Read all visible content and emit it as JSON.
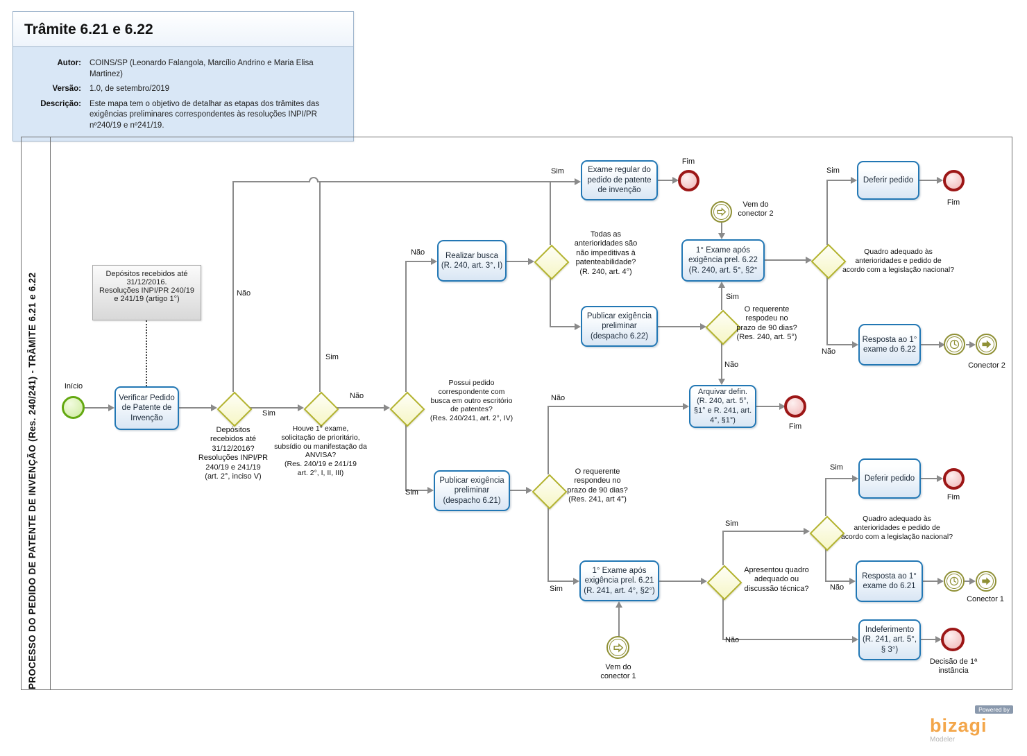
{
  "header": {
    "title": "Trâmite 6.21 e 6.22",
    "autor_label": "Autor:",
    "autor_value": "COINS/SP (Leonardo Falangola, Marcílio Andrino e Maria Elisa Martinez)",
    "versao_label": "Versão:",
    "versao_value": "1.0, de setembro/2019",
    "descricao_label": "Descrição:",
    "descricao_value": "Este mapa tem o objetivo de detalhar as etapas dos trâmites das exigências preliminares correspondentes às resoluções INPI/PR nº240/19 e nº241/19."
  },
  "pool_label": "PROCESSO DO PEDIDO DE PATENTE DE INVENÇÃO (Res. 240/241) - TRÂMITE 6.21 e 6.22",
  "annotation_text": "Depósitos recebidos até\n31/12/2016.\nResoluções INPI/PR 240/19\ne 241/19 (artigo 1°)",
  "yesno": {
    "sim": "Sim",
    "nao": "Não"
  },
  "events": {
    "inicio": "Início",
    "fim": "Fim",
    "vem_conector_2": "Vem do\nconector 2",
    "vem_conector_1": "Vem do\nconector 1",
    "conector_2": "Conector 2",
    "conector_1": "Conector 1",
    "decisao": "Decisão de 1ª\ninstância"
  },
  "tasks": {
    "verificar": "Verificar Pedido\nde Patente de\nInvenção",
    "realizar_busca": "Realizar busca\n(R. 240, art. 3°, I)",
    "exame_regular": "Exame regular do\npedido de patente\nde invenção",
    "publicar_622": "Publicar exigência\npreliminar\n(despacho 6.22)",
    "publicar_621": "Publicar exigência\npreliminar\n(despacho 6.21)",
    "exame_622": "1° Exame após\nexigência prel. 6.22\n(R. 240, art. 5°, §2°",
    "arquivar": "Arquivar defin.\n(R. 240, art. 5°,\n§1° e R. 241, art.\n4°, §1°)",
    "deferir_top": "Deferir pedido",
    "resposta_622": "Resposta ao 1°\nexame do 6.22",
    "exame_621": "1° Exame após\nexigência prel. 6.21\n(R. 241, art. 4°, §2°)",
    "deferir_bottom": "Deferir pedido",
    "resposta_621": "Resposta ao 1°\nexame do 6.21",
    "indeferimento": "Indeferimento\n(R. 241, art. 5°,\n§ 3°)"
  },
  "gateways": {
    "g1": "Depósitos\nrecebidos até\n31/12/2016?\nResoluções INPI/PR\n240/19 e 241/19\n(art. 2°, inciso V)",
    "g2": "Houve 1° exame,\nsolicitação de prioritário,\nsubsídio ou manifestação da\nANVISA?\n(Res. 240/19 e 241/19\nart. 2°, I, II, III)",
    "g3": "Possui pedido\ncorrespondente com\nbusca em outro escritório\nde patentes?\n(Res. 240/241, art. 2°, IV)",
    "g4": "Todas as\nanterioridades são\nnão impeditivas à\npatenteabilidade?\n(R. 240, art. 4°)",
    "g5": "O requerente\nrespodeu no\nprazo de 90 dias?\n(Res. 240, art. 5°)",
    "g6": "Quadro adequado às\nanterioridades e pedido de\nacordo com a legislação nacional?",
    "g7": "O requerente\nrespondeu no\nprazo de 90 dias?\n(Res. 241, art 4°)",
    "g8": "Apresentou quadro\nadequado ou\ndiscussão técnica?",
    "g9": "Quadro adequado às\nanterioridades e pedido de\nacordo com a legislação nacional?"
  },
  "logo": {
    "powered_by": "Powered by",
    "brand": "bizagi",
    "subtitle": "Modeler"
  },
  "colors": {
    "task_border": "#2277b4",
    "gateway_border": "#b3b32e",
    "start_border": "#63a811",
    "end_border": "#9c1616",
    "intermediate_border": "#8f9035",
    "flow_line": "#8a8a8a",
    "header_info_bg": "#d9e7f6",
    "brand_orange": "#f3a64a"
  }
}
